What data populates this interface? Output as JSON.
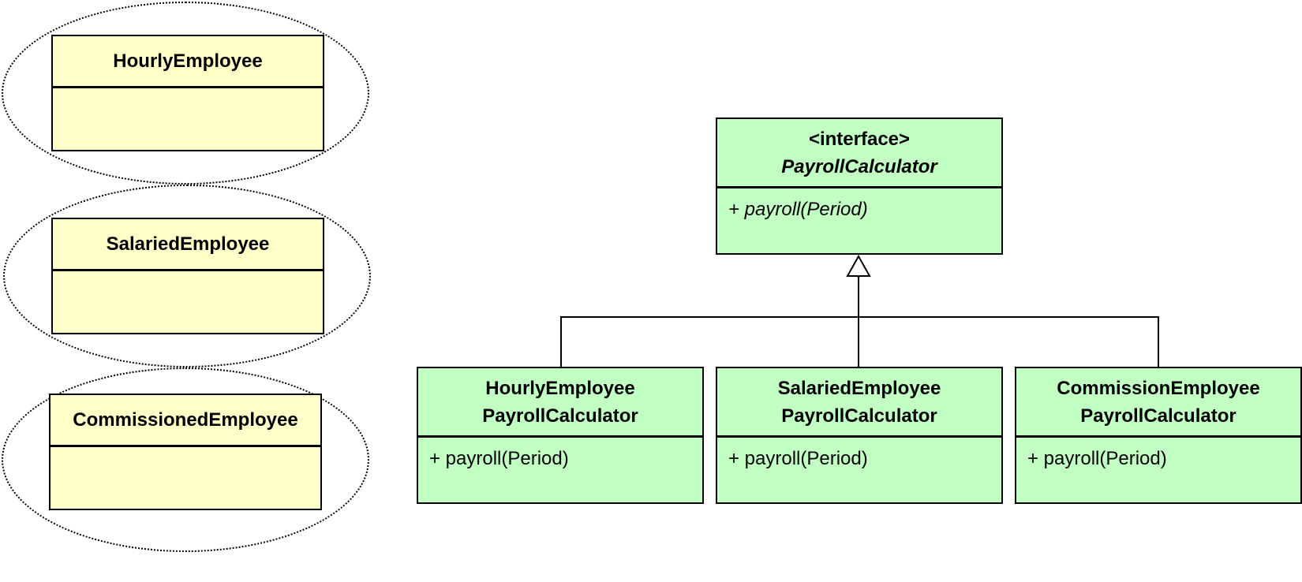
{
  "employee_classes": [
    {
      "name": "HourlyEmployee"
    },
    {
      "name": "SalariedEmployee"
    },
    {
      "name": "CommissionedEmployee"
    }
  ],
  "interface": {
    "stereotype": "<interface>",
    "name": "PayrollCalculator",
    "operation": "+ payroll(Period)"
  },
  "calculators": [
    {
      "line1": "HourlyEmployee",
      "line2": "PayrollCalculator",
      "operation": "+ payroll(Period)"
    },
    {
      "line1": "SalariedEmployee",
      "line2": "PayrollCalculator",
      "operation": "+ payroll(Period)"
    },
    {
      "line1": "CommissionEmployee",
      "line2": "PayrollCalculator",
      "operation": "+ payroll(Period)"
    }
  ],
  "colors": {
    "entity_fill": "#ffffc8",
    "calculator_fill": "#c2ffc2",
    "outline": "#000000"
  }
}
